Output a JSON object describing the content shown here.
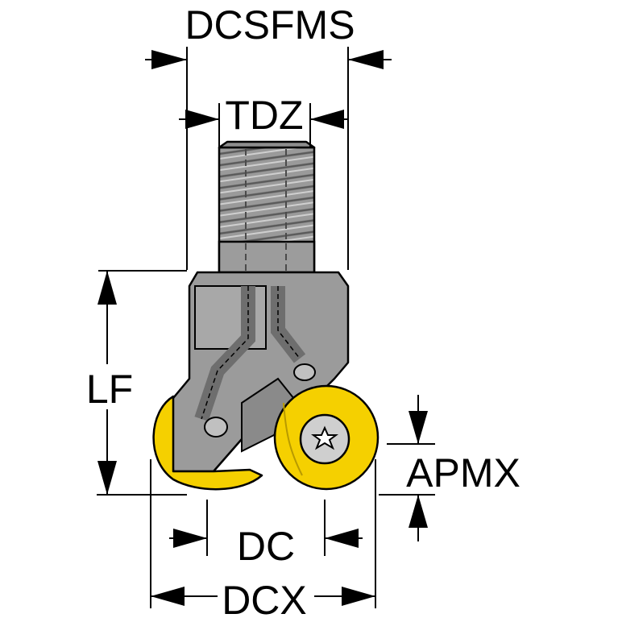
{
  "labels": {
    "dcsfms": "DCSFMS",
    "tdz": "TDZ",
    "lf": "LF",
    "apmx": "APMX",
    "dc": "DC",
    "dcx": "DCX"
  },
  "colors": {
    "insert": "#f5d000",
    "body": "#9b9b9b",
    "body_dark": "#6e6e6e",
    "thread": "#8a8a8a",
    "line": "#000000"
  },
  "icons": {
    "screw": "torx-screw-icon"
  }
}
